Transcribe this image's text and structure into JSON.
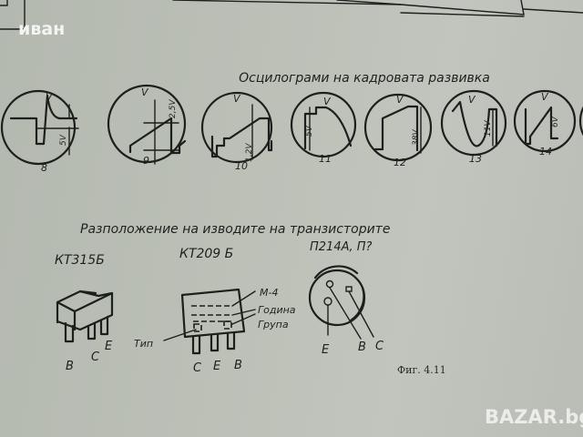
{
  "watermark_top": "иван",
  "watermark_logo": "BAZAR.bg",
  "oscillograms": {
    "title": "Осцилограми на кадровата развивка",
    "axis_label": "V",
    "items": [
      {
        "number": "8",
        "voltage": "5V"
      },
      {
        "number": "9",
        "voltage": "2,5V"
      },
      {
        "number": "10",
        "voltage": "1,2V"
      },
      {
        "number": "11",
        "voltage": "5V"
      },
      {
        "number": "12",
        "voltage": "38V"
      },
      {
        "number": "13",
        "voltage": "11V"
      },
      {
        "number": "14",
        "voltage": "6V"
      }
    ]
  },
  "pinout": {
    "title": "Разположение на изводите на транзисторите",
    "kt315": {
      "name": "КТ315Б",
      "pins": [
        "B",
        "C",
        "E"
      ]
    },
    "kt209": {
      "name": "КТ209 Б",
      "pins": [
        "C",
        "E",
        "B"
      ],
      "markings": [
        "М-4",
        "Година",
        "Група",
        "Тип"
      ]
    },
    "p214": {
      "name": "П214А, П?",
      "pins": [
        "E",
        "B",
        "C"
      ]
    }
  },
  "figure_label": "Фиг. 4.11"
}
